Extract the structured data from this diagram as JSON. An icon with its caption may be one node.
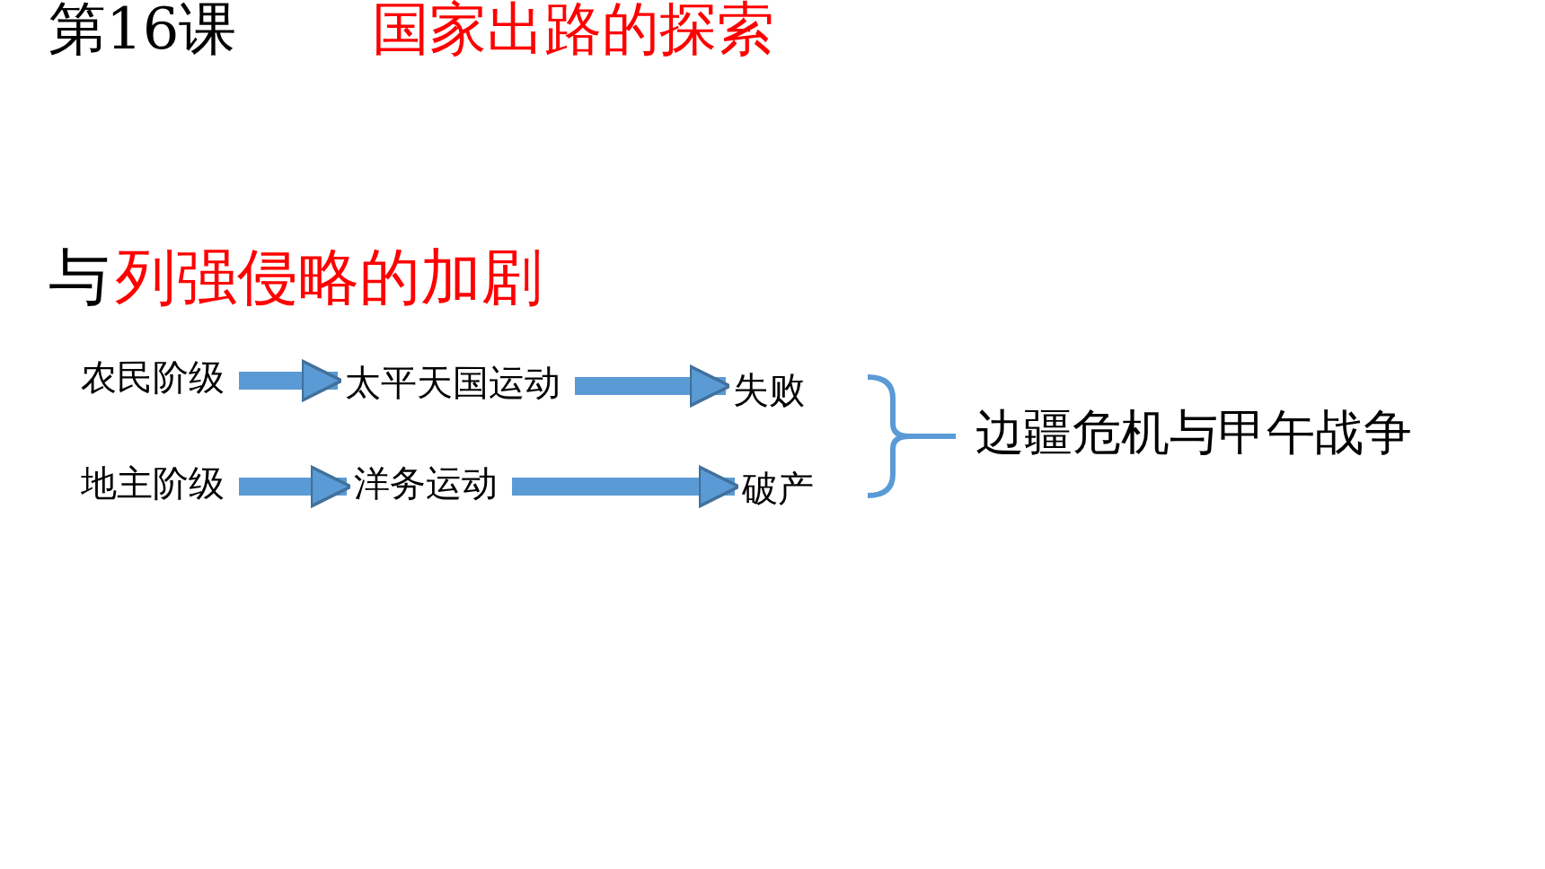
{
  "diagram": {
    "title": "第16课",
    "nodes": [
      {
        "text": [
          "农民阶级"
        ]
      },
      {
        "text": [
          "太平天国运动"
        ]
      },
      {
        "text": [
          "失败"
        ]
      },
      {
        "text": [
          "地主阶级"
        ]
      },
      {
        "text": [
          "洋务运动"
        ]
      },
      {
        "text": [
          "破产"
        ]
      },
      {
        "text": [
          "边疆危机与甲午战争"
        ]
      }
    ],
    "edges": [
      {
        "from": 0,
        "to": 1,
        "arrow": "to"
      },
      {
        "from": 1,
        "to": 2,
        "arrow": "to"
      },
      {
        "from": 3,
        "to": 4,
        "arrow": "to"
      },
      {
        "from": 4,
        "to": 5,
        "arrow": "to"
      }
    ],
    "labels": [
      "国家出路的探索",
      "与",
      "列强侵略的加剧"
    ]
  }
}
